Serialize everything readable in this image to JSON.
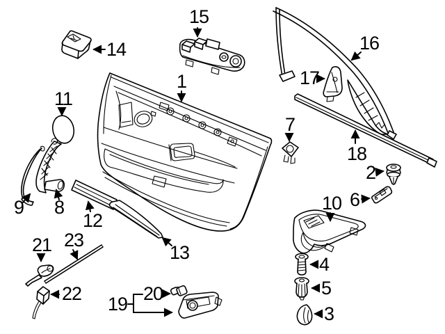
{
  "diagram": {
    "type": "exploded-parts-diagram",
    "subject": "front-door-interior-trim-panel-components",
    "background_color": "#ffffff",
    "line_color": "#000000",
    "callouts": {
      "c1": "1",
      "c2": "2",
      "c3": "3",
      "c4": "4",
      "c5": "5",
      "c6": "6",
      "c7": "7",
      "c8": "8",
      "c9": "9",
      "c10": "10",
      "c11": "11",
      "c12": "12",
      "c13": "13",
      "c14": "14",
      "c15": "15",
      "c16": "16",
      "c17": "17",
      "c18": "18",
      "c19": "19",
      "c20": "20",
      "c21": "21",
      "c22": "22",
      "c23": "23"
    }
  }
}
